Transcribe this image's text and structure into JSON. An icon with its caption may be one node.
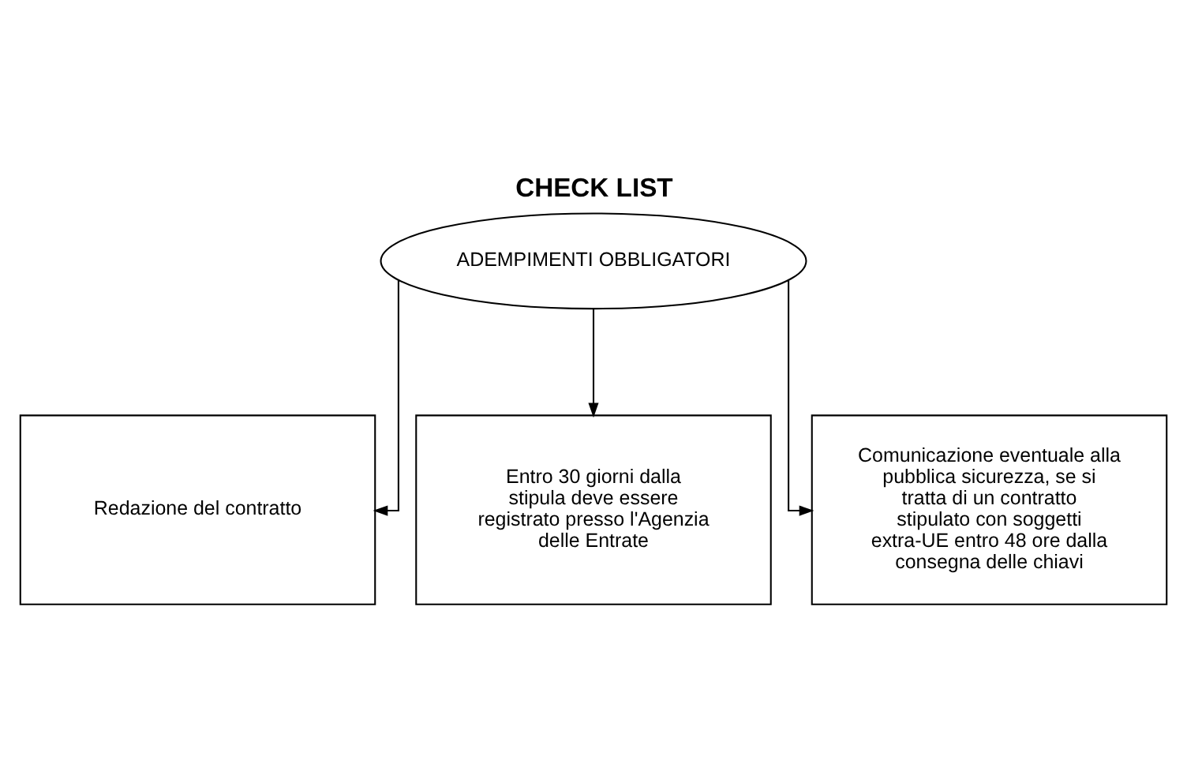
{
  "diagram": {
    "title": "CHECK LIST",
    "nodes": [
      {
        "text": [
          "ADEMPIMENTI OBBLIGATORI"
        ]
      },
      {
        "text": [
          "Redazione del contratto"
        ]
      },
      {
        "text": [
          "Entro 30 giorni dalla stipula deve essere registrato presso l'Agenzia delle Entrate"
        ]
      },
      {
        "text": [
          "Comunicazione eventuale alla pubblica sicurezza, se si tratta di un contratto stipulato con soggetti extra-UE entro 48 ore dalla consegna delle chiavi"
        ]
      }
    ],
    "edges": [
      {
        "from": 0,
        "to": 1,
        "arrow": "to"
      },
      {
        "from": 0,
        "to": 2,
        "arrow": "to"
      },
      {
        "from": 0,
        "to": 3,
        "arrow": "to"
      }
    ]
  }
}
